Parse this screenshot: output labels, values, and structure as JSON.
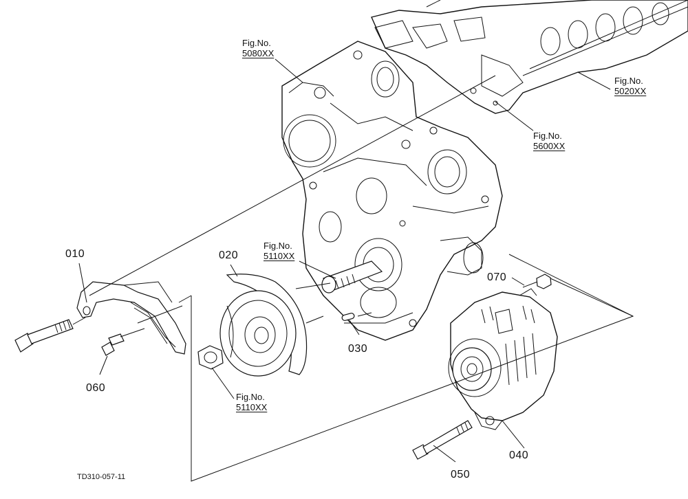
{
  "parts": [
    {
      "id": "010",
      "label": "010"
    },
    {
      "id": "020",
      "label": "020"
    },
    {
      "id": "030",
      "label": "030"
    },
    {
      "id": "040",
      "label": "040"
    },
    {
      "id": "050",
      "label": "050"
    },
    {
      "id": "060",
      "label": "060"
    },
    {
      "id": "070",
      "label": "070"
    }
  ],
  "fig_refs": [
    {
      "title": "Fig.No.",
      "number": "5080XX"
    },
    {
      "title": "Fig.No.",
      "number": "5020XX"
    },
    {
      "title": "Fig.No.",
      "number": "5600XX"
    },
    {
      "title": "Fig.No.",
      "number": "5110XX"
    },
    {
      "title": "Fig.No.",
      "number": "5110XX"
    }
  ],
  "drawing_code": "TD310-057-11"
}
